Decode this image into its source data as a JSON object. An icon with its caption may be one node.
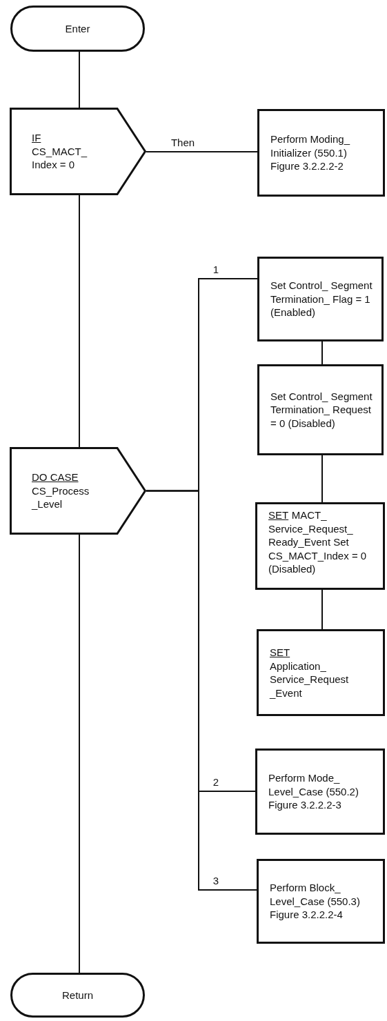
{
  "diagram": {
    "nodes": [
      {
        "text": [
          "Enter"
        ]
      },
      {
        "text": [
          "IF",
          "CS_MACT_ Index = 0"
        ]
      },
      {
        "text": [
          "Perform Moding_ Initializer (550.1) Figure 3.2.2.2-2"
        ]
      },
      {
        "text": [
          "DO CASE",
          "CS_Process _Level"
        ]
      },
      {
        "text": [
          "Set Control_ Segment Termination_ Flag = 1 (Enabled)"
        ]
      },
      {
        "text": [
          "Set Control_ Segment Termination_ Request = 0 (Disabled)"
        ]
      },
      {
        "text": [
          "SET",
          "MACT_ Service_Request_ Ready_Event Set CS_MACT_Index = 0 (Disabled)"
        ]
      },
      {
        "text": [
          "SET",
          "Application_ Service_Request _Event"
        ]
      },
      {
        "text": [
          "Perform Mode_ Level_Case (550.2) Figure 3.2.2.2-3"
        ]
      },
      {
        "text": [
          "Perform Block_ Level_Case (550.3) Figure 3.2.2.2-4"
        ]
      },
      {
        "text": [
          "Return"
        ]
      }
    ],
    "edges": [
      {
        "from": 0,
        "to": 1,
        "arrow": "none"
      },
      {
        "from": 1,
        "to": 2,
        "arrow": "none",
        "label": "Then"
      },
      {
        "from": 1,
        "to": 3,
        "arrow": "none"
      },
      {
        "from": 3,
        "to": 4,
        "arrow": "none",
        "label": "1"
      },
      {
        "from": 3,
        "to": 8,
        "arrow": "none",
        "label": "2"
      },
      {
        "from": 3,
        "to": 9,
        "arrow": "none",
        "label": "3"
      },
      {
        "from": 4,
        "to": 5,
        "arrow": "none"
      },
      {
        "from": 5,
        "to": 6,
        "arrow": "none"
      },
      {
        "from": 6,
        "to": 7,
        "arrow": "none"
      },
      {
        "from": 3,
        "to": 10,
        "arrow": "none"
      }
    ]
  }
}
